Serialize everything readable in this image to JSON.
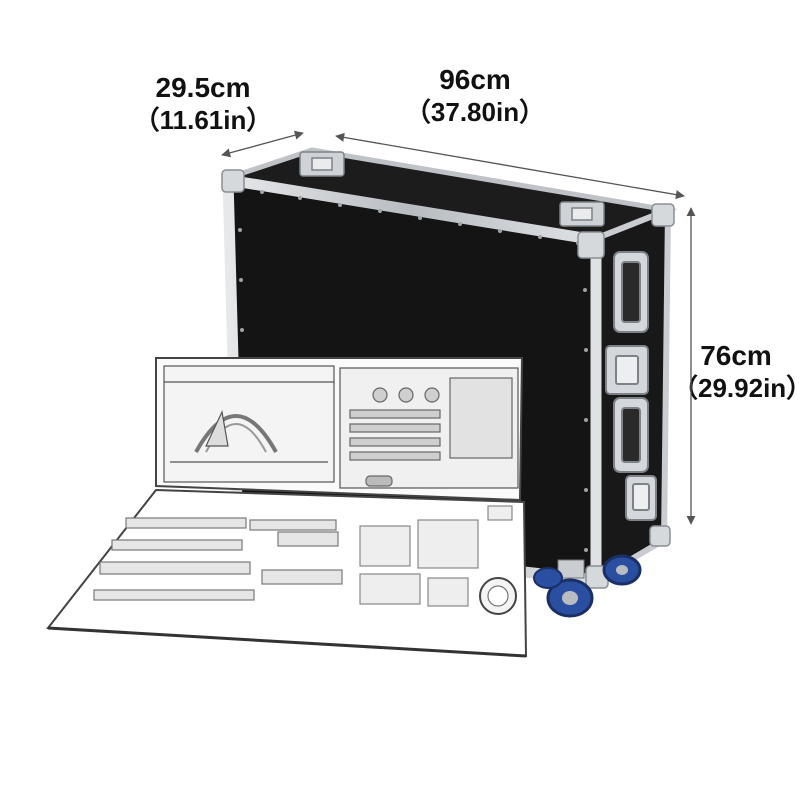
{
  "dimensions": {
    "depth": {
      "metric": "29.5cm",
      "imperial": "（11.61in）"
    },
    "width": {
      "metric": "96cm",
      "imperial": "（37.80in）"
    },
    "height": {
      "metric": "76cm",
      "imperial": "（29.92in）"
    }
  },
  "colors": {
    "case_panel": "#141414",
    "aluminum_trim": "#c9ccd0",
    "caster_wheel": "#2a4fa0",
    "console_line": "#555555"
  },
  "icons": [
    "flight-case",
    "lighting-console-sketch",
    "caster-wheel",
    "handle",
    "latch"
  ]
}
